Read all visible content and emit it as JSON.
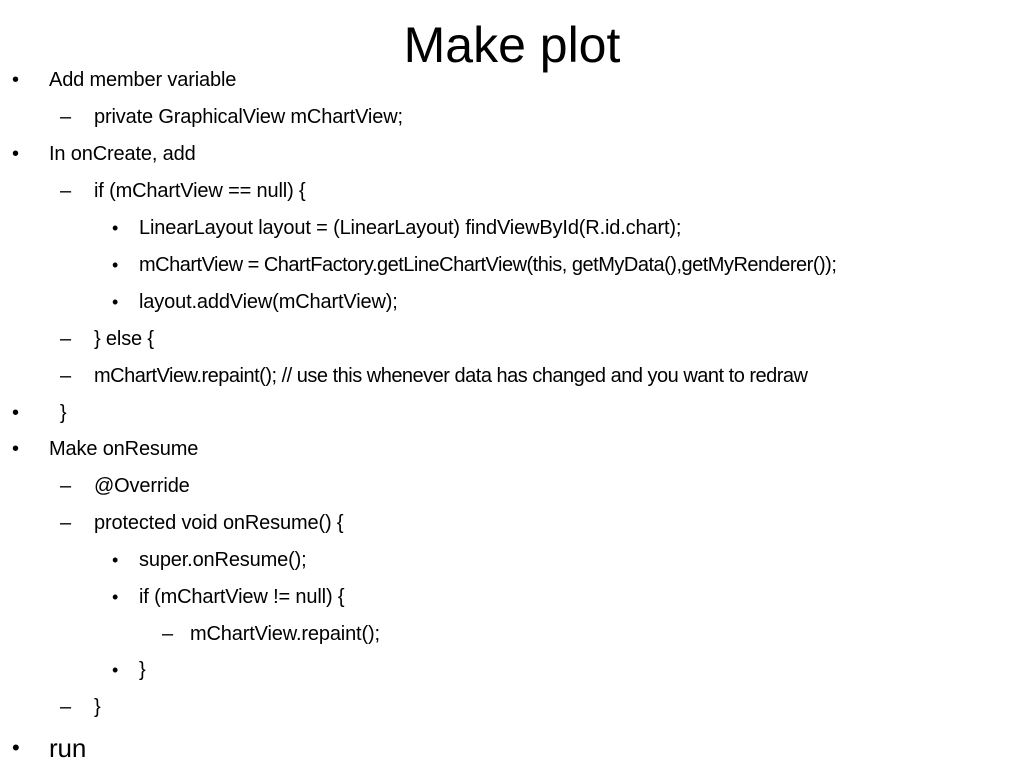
{
  "slide": {
    "title": "Make plot",
    "lines": [
      {
        "level": 1,
        "marker": "•",
        "text": "Add member variable"
      },
      {
        "level": 2,
        "marker": "–",
        "text": "private GraphicalView mChartView;"
      },
      {
        "level": 1,
        "marker": "•",
        "text": "In onCreate, add"
      },
      {
        "level": 2,
        "marker": "–",
        "text": "if (mChartView == null) {"
      },
      {
        "level": 3,
        "marker": "•",
        "text": "LinearLayout layout = (LinearLayout) findViewById(R.id.chart);"
      },
      {
        "level": 3,
        "marker": "•",
        "text": "mChartView = ChartFactory.getLineChartView(this, getMyData(),getMyRenderer());"
      },
      {
        "level": 3,
        "marker": "•",
        "text": "layout.addView(mChartView);"
      },
      {
        "level": 2,
        "marker": "–",
        "text": "} else {"
      },
      {
        "level": 2,
        "marker": "–",
        "text": "mChartView.repaint(); // use this whenever data has changed and you want to redraw"
      },
      {
        "level": 1,
        "marker": "•",
        "text": "  }"
      },
      {
        "level": 1,
        "marker": "•",
        "text": "Make onResume"
      },
      {
        "level": 2,
        "marker": "–",
        "text": "@Override"
      },
      {
        "level": 2,
        "marker": "–",
        "text": "protected void onResume() {"
      },
      {
        "level": 3,
        "marker": "•",
        "text": "super.onResume();"
      },
      {
        "level": 3,
        "marker": "•",
        "text": "if (mChartView != null) {"
      },
      {
        "level": 4,
        "marker": "–",
        "text": "mChartView.repaint();"
      },
      {
        "level": 3,
        "marker": "•",
        "text": "}"
      },
      {
        "level": 2,
        "marker": "–",
        "text": "}"
      },
      {
        "level": 1,
        "marker": "•",
        "text": "run"
      }
    ]
  }
}
